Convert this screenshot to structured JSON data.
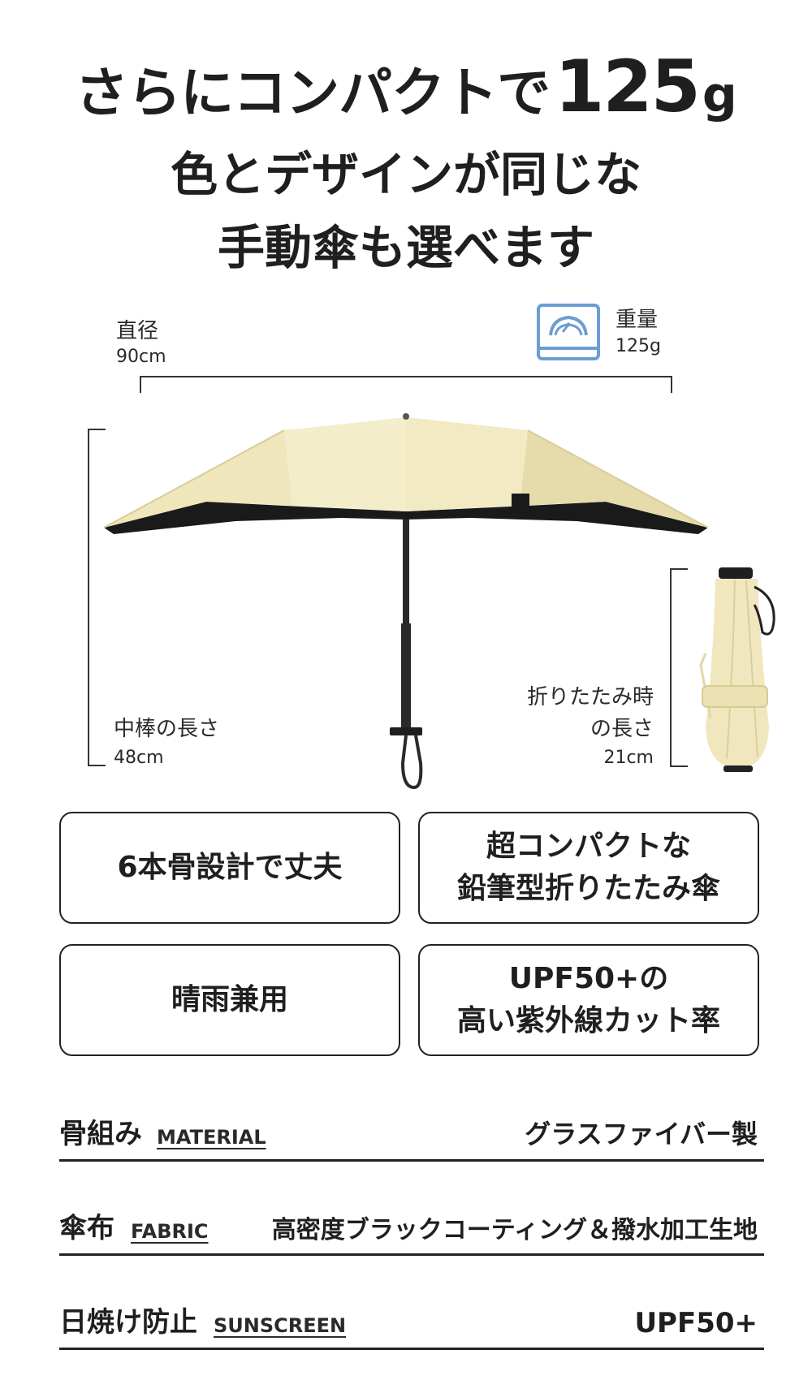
{
  "headline": {
    "line1_text": "さらにコンパクトで",
    "line1_weight": "125",
    "line1_unit": "g",
    "line2": "色とデザインが同じな",
    "line3": "手動傘も選べます"
  },
  "specs": {
    "diameter": {
      "label": "直径",
      "value": "90cm"
    },
    "weight": {
      "label": "重量",
      "value": "125g",
      "icon": "scale-icon"
    },
    "shaft_length": {
      "label": "中棒の長さ",
      "value": "48cm"
    },
    "folded_length": {
      "label_line1": "折りたたみ時",
      "label_line2": "の長さ",
      "value": "21cm"
    }
  },
  "features": [
    {
      "line1": "6本骨設計で丈夫",
      "line2": ""
    },
    {
      "line1": "超コンパクトな",
      "line2": "鉛筆型折りたたみ傘"
    },
    {
      "line1": "晴雨兼用",
      "line2": ""
    },
    {
      "line1": "UPF50+の",
      "line2": "高い紫外線カット率"
    }
  ],
  "spec_table": [
    {
      "title": "骨組み",
      "en": "MATERIAL",
      "value": "グラスファイバー製"
    },
    {
      "title": "傘布",
      "en": "FABRIC",
      "value": "高密度ブラックコーティング＆撥水加工生地"
    },
    {
      "title": "日焼け防止",
      "en": "SUNSCREEN",
      "value": "UPF50+"
    }
  ],
  "colors": {
    "canopy": "#f2ebc4",
    "canopy_shadow": "#e3d9a8",
    "underside": "#1a1a1a",
    "icon_blue": "#6a9ed4",
    "text": "#1f1f1f"
  }
}
